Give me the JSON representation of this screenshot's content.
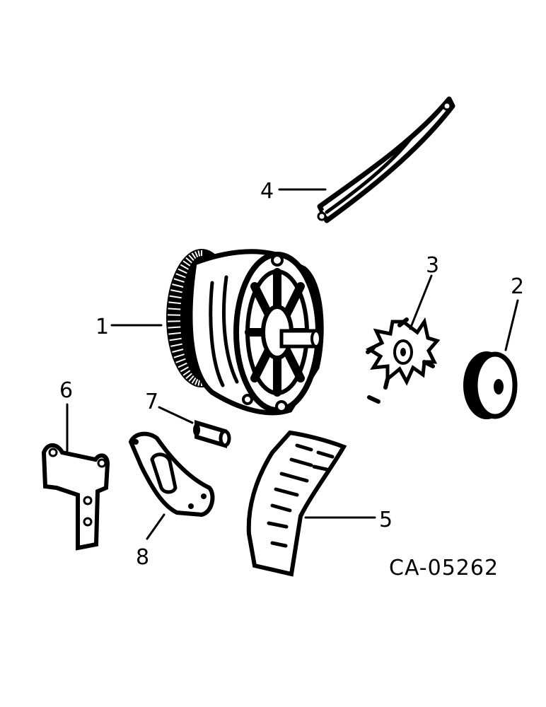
{
  "figure_id": "CA-05262",
  "callouts": [
    {
      "id": "1",
      "label": "1",
      "part": "alternator"
    },
    {
      "id": "2",
      "label": "2",
      "part": "pulley"
    },
    {
      "id": "3",
      "label": "3",
      "part": "fan"
    },
    {
      "id": "4",
      "label": "4",
      "part": "adjusting-strap"
    },
    {
      "id": "5",
      "label": "5",
      "part": "shield"
    },
    {
      "id": "6",
      "label": "6",
      "part": "mounting-bracket"
    },
    {
      "id": "7",
      "label": "7",
      "part": "spacer"
    },
    {
      "id": "8",
      "label": "8",
      "part": "brace"
    }
  ]
}
